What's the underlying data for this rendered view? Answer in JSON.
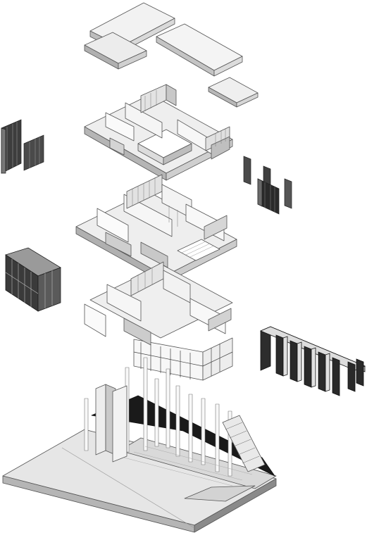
{
  "diagram": {
    "type": "exploded-axonometric",
    "text": [],
    "layers": [
      {
        "id": "roof-slabs",
        "parts": 3
      },
      {
        "id": "upper-floor"
      },
      {
        "id": "middle-floor"
      },
      {
        "id": "lower-floor-frame"
      },
      {
        "id": "ground-plinth"
      }
    ],
    "side_elements": [
      {
        "id": "left-panels-top"
      },
      {
        "id": "right-panels"
      },
      {
        "id": "left-curtain-wall"
      },
      {
        "id": "right-frame-structure"
      }
    ],
    "colors": {
      "background": "#ffffff",
      "light": "#f3f3f3",
      "mid": "#d6d6d6",
      "shade": "#9a9a9a",
      "dark": "#3a3a3a",
      "black": "#111111",
      "line": "#555555"
    }
  }
}
